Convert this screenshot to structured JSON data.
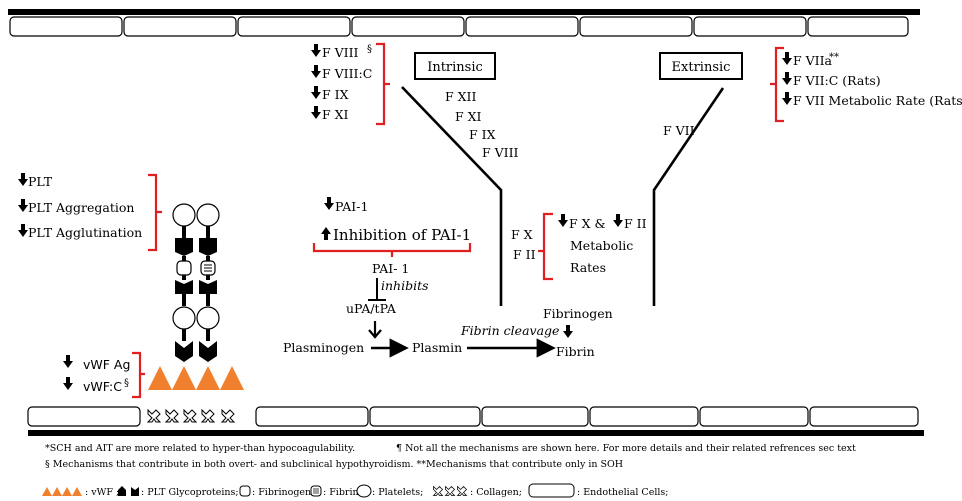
{
  "intrinsic": {
    "title": "Intrinsic",
    "factors_left": [
      "F VIII",
      "F VIII:C",
      "F IX",
      "F XI"
    ],
    "factor_viii_mark": "§",
    "pathway": [
      "F XII",
      "F XI",
      "F IX",
      "F VIII"
    ]
  },
  "extrinsic": {
    "title": "Extrinsic",
    "factors_right": [
      "F VIIa",
      "F VII:C (Rats)",
      "F VII Metabolic Rate (Rats)"
    ],
    "viia_mark": "**",
    "pathway": [
      "F VII"
    ]
  },
  "platelets": {
    "effects": [
      "PLT",
      "PLT Aggregation",
      "PLT Agglutination"
    ],
    "vwf": [
      "vWF Ag",
      "vWF:C"
    ],
    "vwf_c_mark": "§"
  },
  "fibrinolysis": {
    "pai1": "PAI-1",
    "inhibition": "Inhibition of PAI-1",
    "pai1_label": "PAI- 1",
    "inhibits": "inhibits",
    "upa": "uPA/tPA",
    "plasminogen": "Plasminogen",
    "plasmin": "Plasmin",
    "fibrin_cleavage": "Fibrin cleavage",
    "fibrin": "Fibrin",
    "fibrinogen": "Fibrinogen"
  },
  "common": {
    "fx": "F X",
    "fii": "F II",
    "fx_fii": "F X  &",
    "fii_short": "F II",
    "metabolic": "Metabolic",
    "rates": "Rates"
  },
  "footnotes": {
    "line1a": "*SCH and AIT are more related to hyper-than hypocoagulability.",
    "line1b": "¶  Not all the mechanisms are shown here. For more details and their related refrences sec text",
    "line2": "§ Mechanisms that contribute in both overt- and subclinical hypothyroidism.  **Mechanisms that contribute only in SOH"
  },
  "legend": {
    "vwf": ": vWF ;",
    "glyco": ": PLT Glycoproteins;",
    "fibrinogen": ": Fibrinogen;",
    "fibrin": ": Fibrin;",
    "platelets": ": Platelets;",
    "collagen": ": Collagen;",
    "endothelial": ": Endothelial Cells;"
  },
  "colors": {
    "bracket": "#e02020",
    "vwf": "#f07f2e",
    "line": "#000000"
  }
}
